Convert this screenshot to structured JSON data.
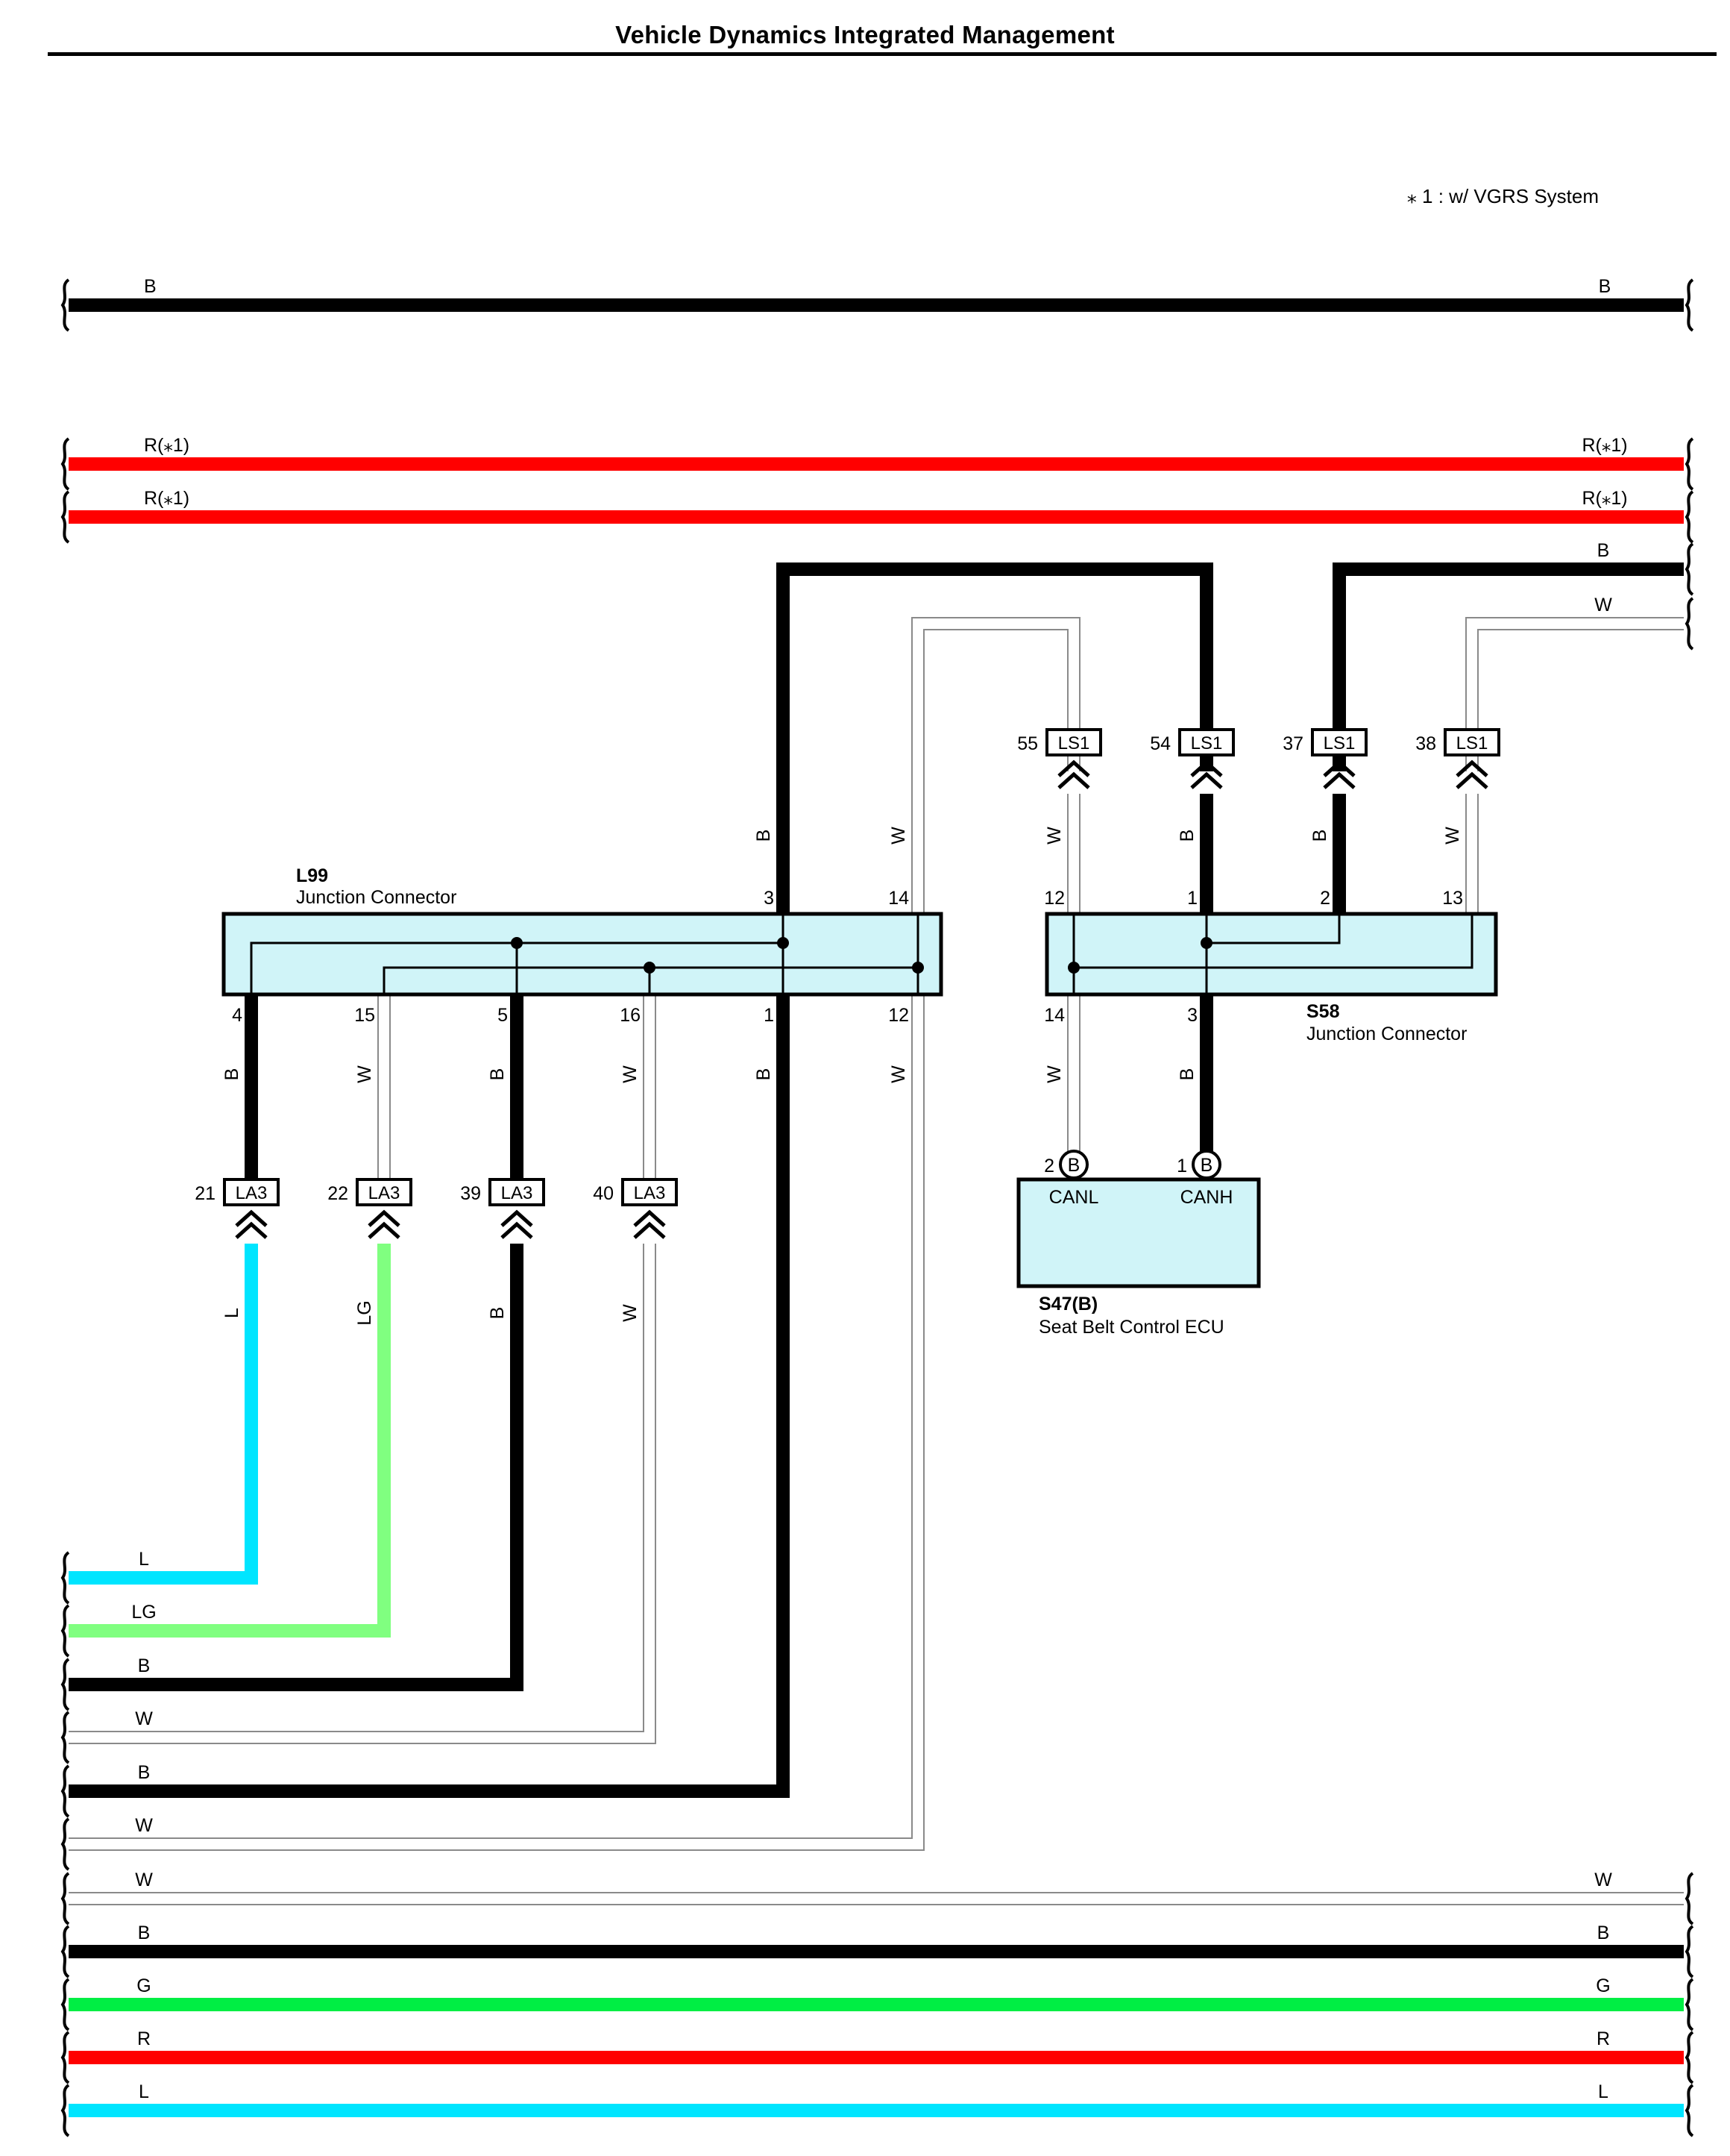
{
  "title": "Vehicle Dynamics Integrated Management",
  "footnote": "⁎ 1 : w/ VGRS System",
  "colors": {
    "B": "#000000",
    "W": "#ffffff",
    "R": "#ff0000",
    "L": "#00e5ff",
    "LG": "#80ff80",
    "G": "#00ee44",
    "connector_fill": "#d0f4f8"
  },
  "top_buses": [
    {
      "left_label": "B",
      "right_label": "B",
      "color": "B"
    },
    {
      "left_label": "R(⁎1)",
      "right_label": "R(⁎1)",
      "color": "R"
    },
    {
      "left_label": "R(⁎1)",
      "right_label": "R(⁎1)",
      "color": "R"
    }
  ],
  "right_entries": [
    {
      "label": "B",
      "color": "B"
    },
    {
      "label": "W",
      "color": "W"
    }
  ],
  "ls1_terminals": [
    {
      "pin": "55",
      "code": "LS1",
      "wire": "W"
    },
    {
      "pin": "54",
      "code": "LS1",
      "wire": "B"
    },
    {
      "pin": "37",
      "code": "LS1",
      "wire": "B"
    },
    {
      "pin": "38",
      "code": "LS1",
      "wire": "W"
    }
  ],
  "l99": {
    "id": "L99",
    "name": "Junction Connector",
    "top_pins": [
      {
        "pin": "3",
        "wire": "B"
      },
      {
        "pin": "14",
        "wire": "W"
      }
    ],
    "bottom_pins": [
      {
        "pin": "4",
        "wire": "B"
      },
      {
        "pin": "15",
        "wire": "W"
      },
      {
        "pin": "5",
        "wire": "B"
      },
      {
        "pin": "16",
        "wire": "W"
      },
      {
        "pin": "1",
        "wire": "B"
      },
      {
        "pin": "12",
        "wire": "W"
      }
    ]
  },
  "s58": {
    "id": "S58",
    "name": "Junction Connector",
    "top_pins": [
      {
        "pin": "12",
        "wire": "W"
      },
      {
        "pin": "1",
        "wire": "B"
      },
      {
        "pin": "2",
        "wire": "B"
      },
      {
        "pin": "13",
        "wire": "W"
      }
    ],
    "bottom_pins": [
      {
        "pin": "14",
        "wire": "W"
      },
      {
        "pin": "3",
        "wire": "B"
      }
    ]
  },
  "la3_terminals": [
    {
      "pin": "21",
      "code": "LA3",
      "wire": "L"
    },
    {
      "pin": "22",
      "code": "LA3",
      "wire": "LG"
    },
    {
      "pin": "39",
      "code": "LA3",
      "wire": "B"
    },
    {
      "pin": "40",
      "code": "LA3",
      "wire": "W"
    }
  ],
  "ecu": {
    "id": "S47(B)",
    "name": "Seat Belt Control ECU",
    "pins": [
      {
        "pin": "2",
        "connector": "B",
        "signal": "CANL"
      },
      {
        "pin": "1",
        "connector": "B",
        "signal": "CANH"
      }
    ]
  },
  "left_exits": [
    {
      "label": "L",
      "color": "L"
    },
    {
      "label": "LG",
      "color": "LG"
    },
    {
      "label": "B",
      "color": "B"
    },
    {
      "label": "W",
      "color": "W"
    },
    {
      "label": "B",
      "color": "B"
    },
    {
      "label": "W",
      "color": "W"
    }
  ],
  "bottom_buses": [
    {
      "left_label": "W",
      "right_label": "W",
      "color": "W"
    },
    {
      "left_label": "B",
      "right_label": "B",
      "color": "B"
    },
    {
      "left_label": "G",
      "right_label": "G",
      "color": "G"
    },
    {
      "left_label": "R",
      "right_label": "R",
      "color": "R"
    },
    {
      "left_label": "L",
      "right_label": "L",
      "color": "L"
    }
  ]
}
